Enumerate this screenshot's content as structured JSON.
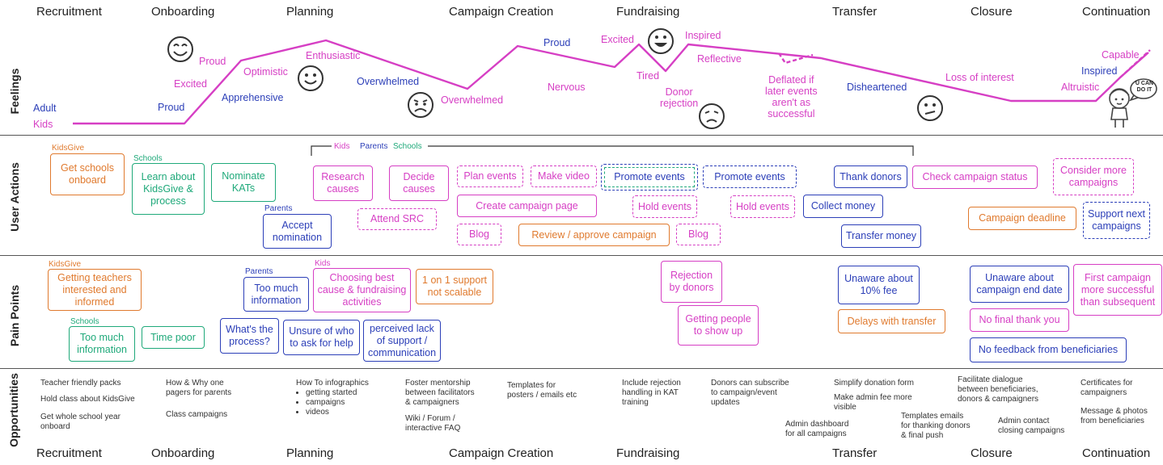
{
  "stages": [
    "Recruitment",
    "Onboarding",
    "Planning",
    "Campaign Creation",
    "Fundraising",
    "Transfer",
    "Closure",
    "Continuation"
  ],
  "rows": {
    "feelings": "Feelings",
    "user_actions": "User Actions",
    "pain_points": "Pain Points",
    "opportunities": "Opportunities"
  },
  "feelings": {
    "adult": "Adult",
    "kids": "Kids",
    "proud1": "Proud",
    "excited1": "Excited",
    "proud2": "Proud",
    "optimistic": "Optimistic",
    "apprehensive": "Apprehensive",
    "enthusiastic": "Enthusiastic",
    "overwhelmed1": "Overwhelmed",
    "overwhelmed2": "Overwhelmed",
    "proud3": "Proud",
    "nervous": "Nervous",
    "excited2": "Excited",
    "tired": "Tired",
    "donor_rejection": "Donor\nrejection",
    "inspired1": "Inspired",
    "reflective": "Reflective",
    "deflated": "Deflated if\nlater events\naren't as\nsuccessful",
    "disheartened": "Disheartened",
    "loss_of_interest": "Loss of interest",
    "altruistic": "Altruistic",
    "inspired2": "Inspired",
    "capable": "Capable",
    "ucandoit": "U CAN\nDO IT"
  },
  "actions": {
    "tag_kidsgive": "KidsGive",
    "tag_schools": "Schools",
    "tag_parents": "Parents",
    "bracket": {
      "kids": "Kids",
      "parents": "Parents",
      "schools": "Schools"
    },
    "get_schools": "Get schools\nonboard",
    "learn_about": "Learn about\nKidsGive &\nprocess",
    "nominate": "Nominate\nKATs",
    "accept": "Accept\nnomination",
    "research": "Research\ncauses",
    "decide": "Decide\ncauses",
    "attend_src": "Attend SRC",
    "plan_events": "Plan events",
    "make_video": "Make video",
    "create_page": "Create campaign page",
    "blog1": "Blog",
    "review": "Review / approve campaign",
    "promote1": "Promote events",
    "hold1": "Hold events",
    "blog2": "Blog",
    "promote2": "Promote events",
    "hold2": "Hold events",
    "thank_donors": "Thank donors",
    "collect": "Collect money",
    "transfer_money": "Transfer money",
    "check_status": "Check campaign status",
    "deadline": "Campaign deadline",
    "consider_more": "Consider more\ncampaigns",
    "support_next": "Support next\ncampaigns"
  },
  "pains": {
    "tag_kidsgive": "KidsGive",
    "tag_schools": "Schools",
    "tag_parents": "Parents",
    "tag_kids": "Kids",
    "getting_teachers": "Getting teachers\ninterested and\ninformed",
    "too_much1": "Too much\ninformation",
    "time_poor": "Time poor",
    "too_much2": "Too much\ninformation",
    "whats_process": "What's the\nprocess?",
    "choosing": "Choosing best\ncause & fundraising\nactivities",
    "unsure": "Unsure of who\nto ask for help",
    "perceived": "perceived lack\nof support /\ncommunication",
    "one_on_one": "1 on 1 support\nnot scalable",
    "rejection": "Rejection\nby donors",
    "getting_people": "Getting people\nto show up",
    "unaware_fee": "Unaware about\n10% fee",
    "delays": "Delays with transfer",
    "unaware_end": "Unaware about\ncampaign end date",
    "no_final": "No final thank you",
    "no_feedback": "No feedback from beneficiaries",
    "first_campaign": "First campaign\nmore successful\nthan subsequent"
  },
  "opportunities": {
    "o1": "Teacher friendly packs",
    "o2": "Hold class about KidsGive",
    "o3": "Get whole school year\nonboard",
    "o4": "How & Why one\npagers for parents",
    "o5": "Class campaigns",
    "o6_title": "How To infographics",
    "o6_items": [
      "getting started",
      "campaigns",
      "videos"
    ],
    "o7": "Foster mentorship\nbetween facilitators\n& campaigners",
    "o8": "Wiki / Forum /\ninteractive FAQ",
    "o9": "Templates for\nposters / emails etc",
    "o10": "Include rejection\nhandling in KAT\ntraining",
    "o11": "Donors can subscribe\nto campaign/event\nupdates",
    "o12": "Admin dashboard\nfor all campaigns",
    "o13": "Simplify donation form",
    "o14": "Make admin fee more\nvisible",
    "o15": "Templates emails\nfor thanking donors\n& final push",
    "o16": "Facilitate dialogue\nbetween beneficiaries,\ndonors & campaigners",
    "o17": "Admin contact\nclosing campaigns",
    "o18": "Certificates for\ncampaigners",
    "o19": "Message & photos\nfrom beneficiaries"
  },
  "colors": {
    "pink": "#d63fc4",
    "blue": "#2c3fb8",
    "orange": "#e07a2e",
    "green": "#1fa97a"
  }
}
